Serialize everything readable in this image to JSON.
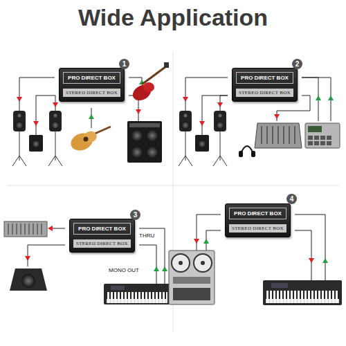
{
  "diagram": {
    "title": "Wide Application",
    "nodes": [
      {
        "text": [
          "PRO DIRECT BOX",
          "STEREO DIRECT BOX"
        ]
      },
      {
        "text": [
          "PRO DIRECT BOX",
          "STEREO DIRECT BOX"
        ]
      },
      {
        "text": [
          "PRO DIRECT BOX",
          "STEREO DIRECT BOX"
        ]
      },
      {
        "text": [
          "PRO DIRECT BOX",
          "STEREO DIRECT BOX"
        ]
      }
    ],
    "labels": [
      "1",
      "2",
      "3",
      "4",
      "THRU",
      "MONO OUT"
    ]
  }
}
